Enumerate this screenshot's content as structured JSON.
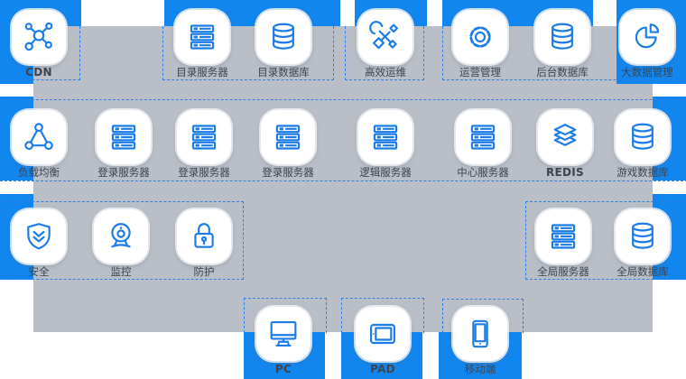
{
  "colors": {
    "background_blue": "#1286ef",
    "panel_gray": "#b9bec7",
    "icon_blue": "#1b7ce8",
    "label_text": "#3d444e",
    "dashed_border": "#2f80e8"
  },
  "nodes": [
    {
      "id": "cdn",
      "label": "CDN",
      "icon": "network-nodes-icon"
    },
    {
      "id": "directory-server",
      "label": "目录服务器",
      "icon": "server-rack-icon"
    },
    {
      "id": "directory-database",
      "label": "目录数据库",
      "icon": "database-icon"
    },
    {
      "id": "ops-maintenance",
      "label": "高效运维",
      "icon": "tools-icon"
    },
    {
      "id": "operations-management",
      "label": "运营管理",
      "icon": "gear-icon"
    },
    {
      "id": "backend-database",
      "label": "后台数据库",
      "icon": "database-icon"
    },
    {
      "id": "bigdata-management",
      "label": "大数据管理",
      "icon": "pie-chart-icon"
    },
    {
      "id": "load-balancer",
      "label": "负载均衡",
      "icon": "triangle-nodes-icon"
    },
    {
      "id": "login-server-1",
      "label": "登录服务器",
      "icon": "server-rack-icon"
    },
    {
      "id": "login-server-2",
      "label": "登录服务器",
      "icon": "server-rack-icon"
    },
    {
      "id": "login-server-3",
      "label": "登录服务器",
      "icon": "server-rack-icon"
    },
    {
      "id": "logic-server",
      "label": "逻辑服务器",
      "icon": "server-rack-icon"
    },
    {
      "id": "center-server",
      "label": "中心服务器",
      "icon": "server-rack-icon"
    },
    {
      "id": "redis",
      "label": "REDIS",
      "icon": "layer-stack-icon"
    },
    {
      "id": "game-database",
      "label": "游戏数据库",
      "icon": "database-icon"
    },
    {
      "id": "security",
      "label": "安全",
      "icon": "shield-icon"
    },
    {
      "id": "monitoring",
      "label": "监控",
      "icon": "webcam-icon"
    },
    {
      "id": "protection",
      "label": "防护",
      "icon": "lock-icon"
    },
    {
      "id": "global-server",
      "label": "全局服务器",
      "icon": "server-rack-icon"
    },
    {
      "id": "global-database",
      "label": "全局数据库",
      "icon": "database-icon"
    },
    {
      "id": "pc",
      "label": "PC",
      "icon": "desktop-icon"
    },
    {
      "id": "pad",
      "label": "PAD",
      "icon": "tablet-icon"
    },
    {
      "id": "mobile",
      "label": "移动端",
      "icon": "smartphone-icon"
    }
  ]
}
